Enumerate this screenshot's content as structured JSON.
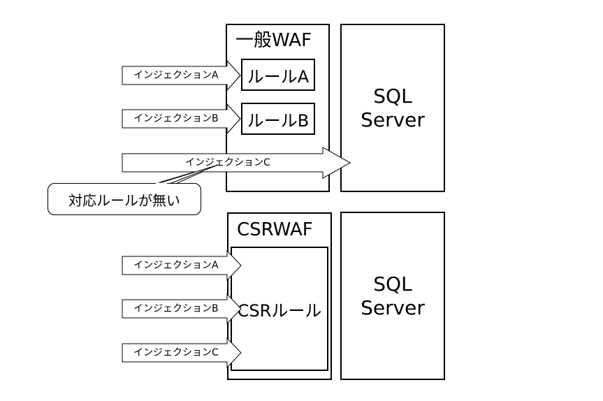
{
  "top": {
    "waf_title": "一般WAF",
    "rule_a": "ルールA",
    "rule_b": "ルールB",
    "server_line1": "SQL",
    "server_line2": "Server",
    "injection_a": "インジェクションA",
    "injection_b": "インジェクションB",
    "injection_c": "インジェクションC",
    "callout": "対応ルールが無い"
  },
  "bottom": {
    "waf_title": "CSRWAF",
    "csr_rule": "CSRルール",
    "server_line1": "SQL",
    "server_line2": "Server",
    "injection_a": "インジェクションA",
    "injection_b": "インジェクションB",
    "injection_c": "インジェクションC"
  },
  "colors": {
    "stroke": "#000000",
    "fill": "#ffffff"
  }
}
